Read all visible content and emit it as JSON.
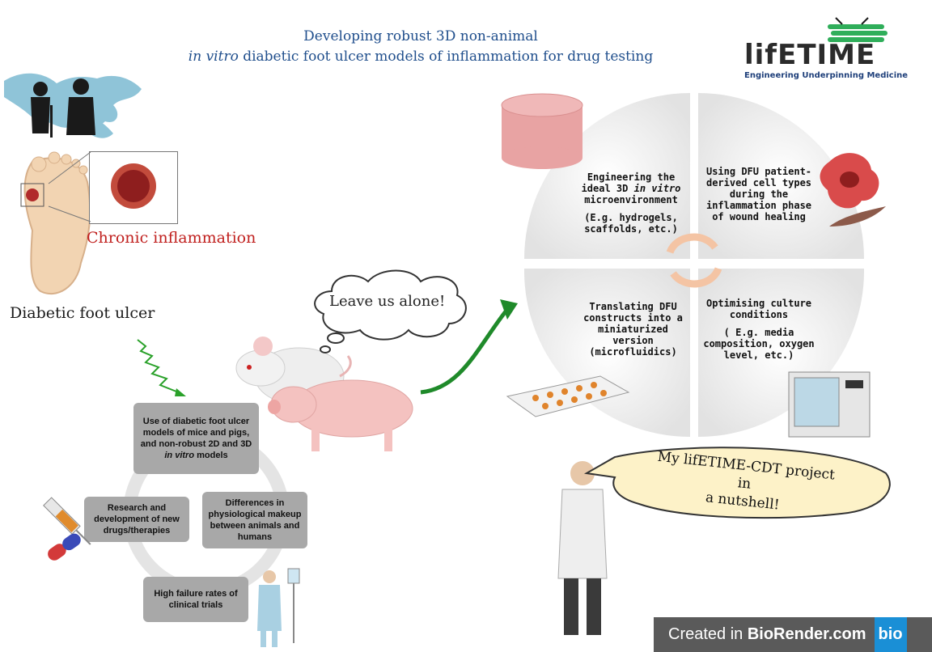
{
  "header": {
    "title_line1": "Developing robust 3D non-animal",
    "title_line2_italic": "in vitro",
    "title_line2_rest": " diabetic foot ulcer models of inflammation for drug testing"
  },
  "logo": {
    "text": "lifETIME",
    "tagline": "Engineering Underpinning Medicine"
  },
  "left": {
    "chronic_label": "Chronic inflammation",
    "dfu_label": "Diabetic foot ulcer"
  },
  "speech": {
    "animals": "Leave us alone!",
    "researcher_line1": "My lifETIME-CDT project  in",
    "researcher_line2": "a nutshell!"
  },
  "cycle": {
    "box1_line1": "Use of diabetic foot ulcer models of mice and pigs, and non-robust 2D and",
    "box1_line2_pre": "3D ",
    "box1_line2_italic": "in vitro",
    "box1_line2_post": " models",
    "box2": "Differences in physiological makeup between animals and humans",
    "box3": "High failure rates of clinical trials",
    "box4": "Research and development of new drugs/therapies"
  },
  "quadrants": {
    "q1_line1": "Engineering the",
    "q1_line2_pre": "ideal 3D ",
    "q1_line2_italic": "in vitro",
    "q1_line3": "microenvironment",
    "q1_sub": "(E.g. hydrogels, scaffolds, etc.)",
    "q2": "Using DFU patient-derived cell types during the inflammation phase of wound healing",
    "q3": "Translating DFU constructs into a miniaturized version",
    "q3_sub": "(microfluidics)",
    "q4": "Optimising culture conditions",
    "q4_sub": "( E.g. media composition, oxygen level, etc.)"
  },
  "footer": {
    "created_in": "Created in ",
    "brand": "BioRender.com",
    "badge": "bio"
  },
  "colors": {
    "title": "#1f4e8c",
    "chronic": "#c0201e",
    "arrow_green": "#1f8a2a",
    "peach_arrow": "#f4c4a4"
  }
}
